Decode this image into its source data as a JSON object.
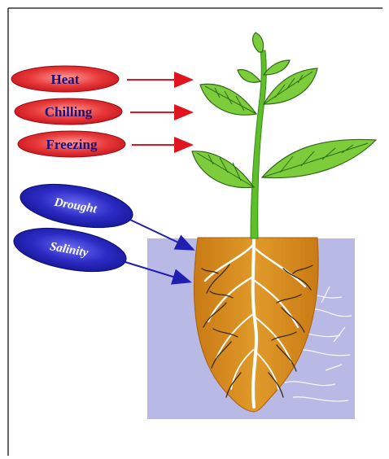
{
  "diagram": {
    "temperature_stresses": [
      {
        "label": "Heat"
      },
      {
        "label": "Chilling"
      },
      {
        "label": "Freezing"
      }
    ],
    "water_stresses": [
      {
        "label": "Drought"
      },
      {
        "label": "Salinity"
      }
    ],
    "colors": {
      "temperature_oval": "#e3222a",
      "water_oval": "#1c1aa8",
      "arrow_red": "#e0141e",
      "arrow_blue": "#1f1fb0",
      "soil": "#b9b9e6",
      "root_zone": "#d98e1d",
      "leaf": "#7ccc3c",
      "stem": "#5fbf2a"
    }
  }
}
